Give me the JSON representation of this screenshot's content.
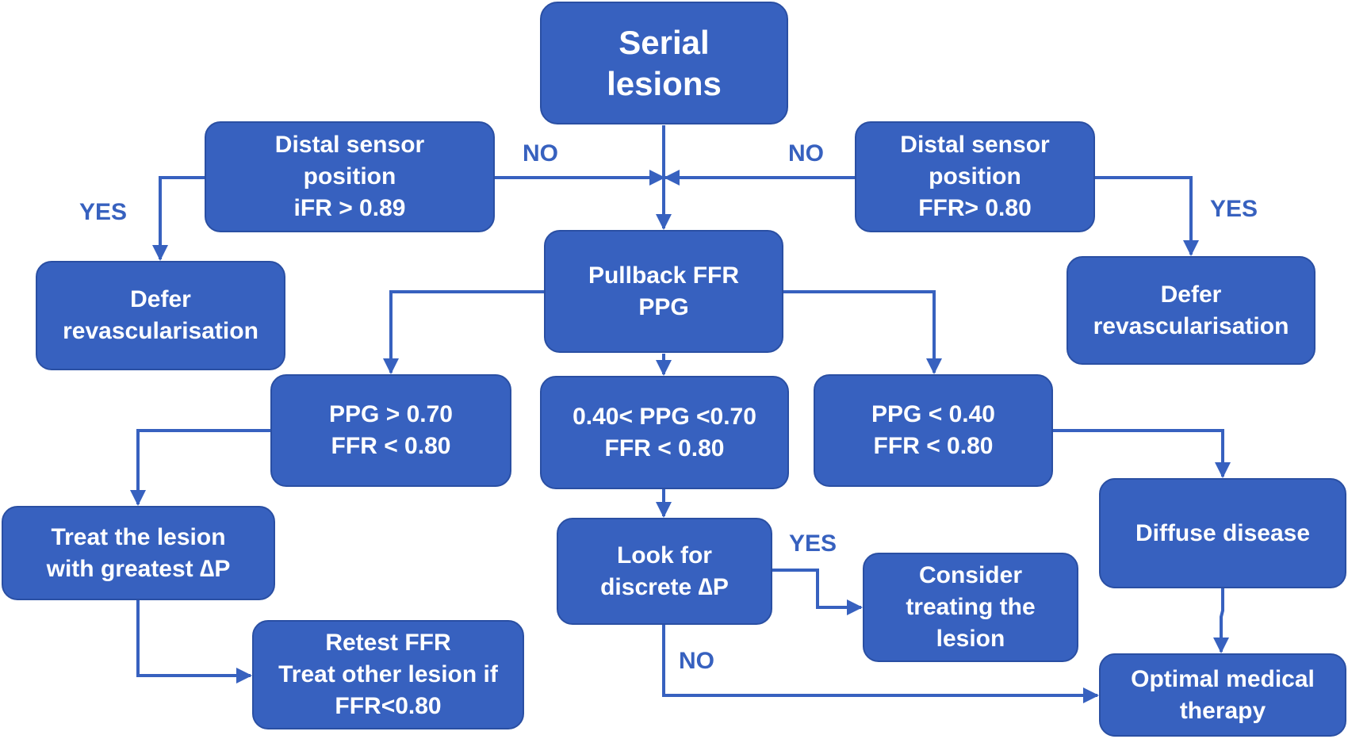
{
  "nodes": {
    "serial": [
      "Serial",
      "lesions"
    ],
    "distal_ifr": [
      "Distal sensor",
      "position",
      "iFR > 0.89"
    ],
    "distal_ffr": [
      "Distal sensor",
      "position",
      "FFR> 0.80"
    ],
    "defer_left": [
      "Defer",
      "revascularisation"
    ],
    "defer_right": [
      "Defer",
      "revascularisation"
    ],
    "pullback": [
      "Pullback FFR",
      "PPG"
    ],
    "ppg_high": [
      "PPG > 0.70",
      "FFR < 0.80"
    ],
    "ppg_mid": [
      "0.40< PPG <0.70",
      "FFR < 0.80"
    ],
    "ppg_low": [
      "PPG < 0.40",
      "FFR < 0.80"
    ],
    "treat_greatest": [
      "Treat the lesion",
      "with greatest ∆P"
    ],
    "retest": [
      "Retest FFR",
      "Treat other lesion if",
      "FFR<0.80"
    ],
    "look_discrete": [
      "Look for",
      "discrete ∆P"
    ],
    "consider_treating": [
      "Consider",
      "treating the",
      "lesion"
    ],
    "diffuse": [
      "Diffuse disease"
    ],
    "omt": [
      "Optimal medical",
      "therapy"
    ]
  },
  "edge_labels": {
    "ifr_no": "NO",
    "ifr_yes": "YES",
    "ffr_no": "NO",
    "ffr_yes": "YES",
    "discrete_yes": "YES",
    "discrete_no": "NO"
  },
  "colors": {
    "box_fill": "#3761bf",
    "box_border": "#2a4fa3",
    "box_text": "#ffffff",
    "connector": "#3761bf",
    "label_text": "#3761bf"
  }
}
